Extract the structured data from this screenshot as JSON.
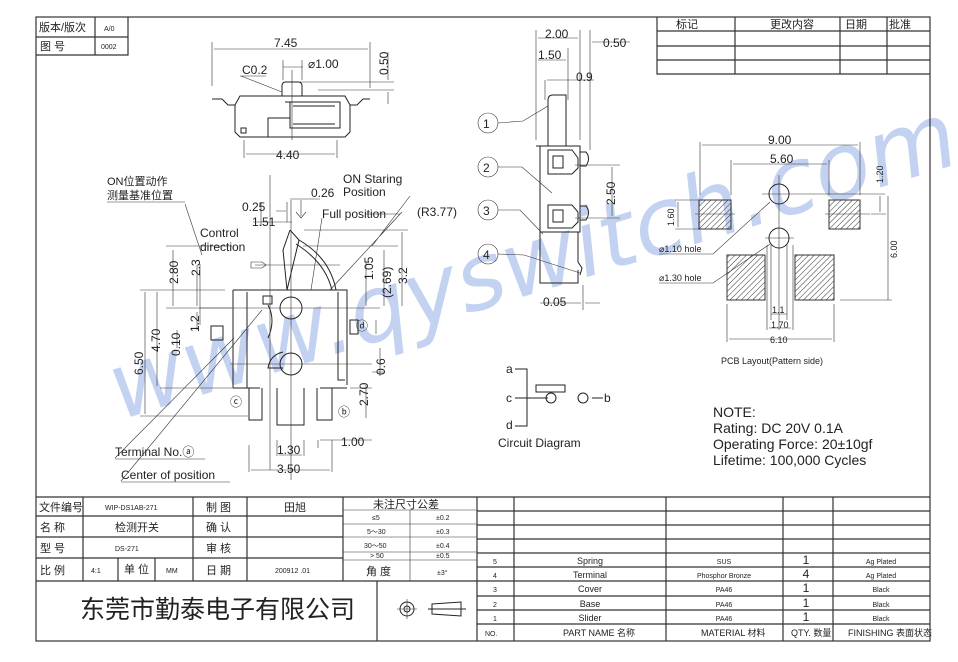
{
  "watermark": "www.qyswitch.com",
  "header_box": {
    "version_label": "版本/版次",
    "version_value": "A/0",
    "drawing_no_label": "图 号",
    "drawing_no_value": "0002"
  },
  "revision_table": {
    "headers": [
      "标记",
      "更改内容",
      "日期",
      "批准"
    ]
  },
  "top_view": {
    "width": "7.45",
    "chamfer": "C0.2",
    "diameter": "⌀1.00",
    "height": "0.50",
    "base_width": "4.40"
  },
  "front_view": {
    "note_cn_1": "ON位置动作",
    "note_cn_2": "测量基准位置",
    "on_staring_1": "ON Staring",
    "on_staring_2": "Position",
    "full_position": "Full position",
    "radius": "(R3.77)",
    "control_1": "Control",
    "control_2": "direction",
    "d_025": "0.25",
    "d_151": "1.51",
    "d_026": "0.26",
    "d_280": "2.80",
    "d_23": "2.3",
    "d_105": "1.05",
    "d_269": "(2.69)",
    "d_32": "3.2",
    "d_650": "6.50",
    "d_470": "4.70",
    "d_12": "1.2",
    "d_010": "0.10",
    "d_06": "0.6",
    "d_270": "2.70",
    "d_130": "1.30",
    "d_100": "1.00",
    "d_350": "3.50",
    "terminal_no": "Terminal No.ⓐ",
    "center_of_position": "Center of position",
    "term_b": "ⓑ",
    "term_c": "ⓒ",
    "term_d": "ⓓ"
  },
  "side_view": {
    "d_200": "2.00",
    "d_150": "1.50",
    "d_050": "0.50",
    "d_09": "0.9",
    "d_250": "2.50",
    "d_005": "0.05",
    "callouts": [
      "1",
      "2",
      "3",
      "4"
    ]
  },
  "pcb": {
    "d_900": "9.00",
    "d_560": "5.60",
    "d_120": "1.20",
    "d_160": "1.60",
    "d_600": "6.00",
    "hole_110": "⌀1.10 hole",
    "hole_130": "⌀1.30 hole",
    "d_11": "1.1",
    "d_170": "1.70",
    "d_610": "6.10",
    "caption": "PCB Layout(Pattern side)"
  },
  "circuit": {
    "a": "a",
    "b": "b",
    "c": "c",
    "d": "d",
    "caption": "Circuit Diagram"
  },
  "note": {
    "title": "NOTE:",
    "rating": "Rating:  DC  20V  0.1A",
    "force": "Operating  Force:  20±10gf",
    "lifetime": "Lifetime:  100,000  Cycles"
  },
  "title_block": {
    "file_no_label": "文件编号",
    "file_no": "WIP-DS1AB-271",
    "name_label": "名 称",
    "name": "检测开关",
    "model_label": "型 号",
    "model": "DS-271",
    "scale_label": "比 例",
    "scale": "4:1",
    "unit_label": "单 位",
    "unit": "MM",
    "drawn_label": "制 图",
    "drawn": "田旭",
    "confirm_label": "确 认",
    "review_label": "审 核",
    "date_label": "日 期",
    "date": "200912 .01",
    "tolerance_title": "未注尺寸公差",
    "tolerances": [
      {
        "range": "≤5",
        "tol": "±0.2"
      },
      {
        "range": "5～30",
        "tol": "±0.3"
      },
      {
        "range": "30～50",
        "tol": "±0.4"
      },
      {
        "range": "> 50",
        "tol": "±0.5"
      },
      {
        "range": "角 度",
        "tol": "±3°"
      }
    ],
    "company": "东莞市勤泰电子有限公司"
  },
  "parts_table": {
    "headers": {
      "no": "NO.",
      "name": "PART  NAME 名称",
      "material": "MATERIAL 材料",
      "qty": "QTY. 数量",
      "finish": "FINISHING 表面状态"
    },
    "rows": [
      {
        "no": "5",
        "name": "Spring",
        "material": "SUS",
        "qty": "1",
        "finish": "Ag  Plated"
      },
      {
        "no": "4",
        "name": "Terminal",
        "material": "Phosphor  Bronze",
        "qty": "4",
        "finish": "Ag  Plated"
      },
      {
        "no": "3",
        "name": "Cover",
        "material": "PA46",
        "qty": "1",
        "finish": "Black"
      },
      {
        "no": "2",
        "name": "Base",
        "material": "PA46",
        "qty": "1",
        "finish": "Black"
      },
      {
        "no": "1",
        "name": "Slider",
        "material": "PA46",
        "qty": "1",
        "finish": "Black"
      }
    ]
  }
}
